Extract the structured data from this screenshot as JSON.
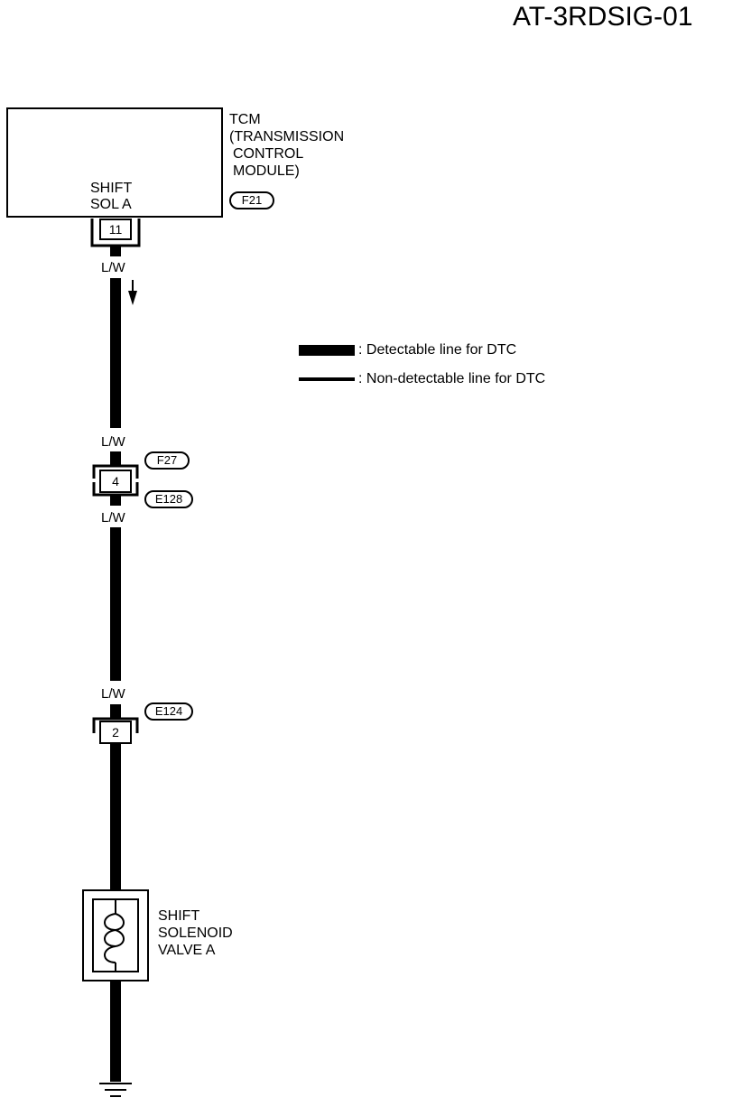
{
  "diagram_id": "AT-3RDSIG-01",
  "tcm": {
    "lines": [
      "TCM",
      "(TRANSMISSION",
      " CONTROL",
      " MODULE)"
    ],
    "terminal_label_lines": [
      "SHIFT",
      "SOL A"
    ],
    "terminal": "11",
    "connector": "F21"
  },
  "wire_color": "L/W",
  "legend": {
    "detectable": ": Detectable line for DTC",
    "non_detectable": ": Non-detectable line for DTC"
  },
  "junction1": {
    "terminal": "4",
    "connector_top": "F27",
    "connector_bottom": "E128"
  },
  "junction2": {
    "terminal": "2",
    "connector": "E124"
  },
  "solenoid": {
    "lines": [
      "SHIFT",
      "SOLENOID",
      "VALVE A"
    ]
  }
}
